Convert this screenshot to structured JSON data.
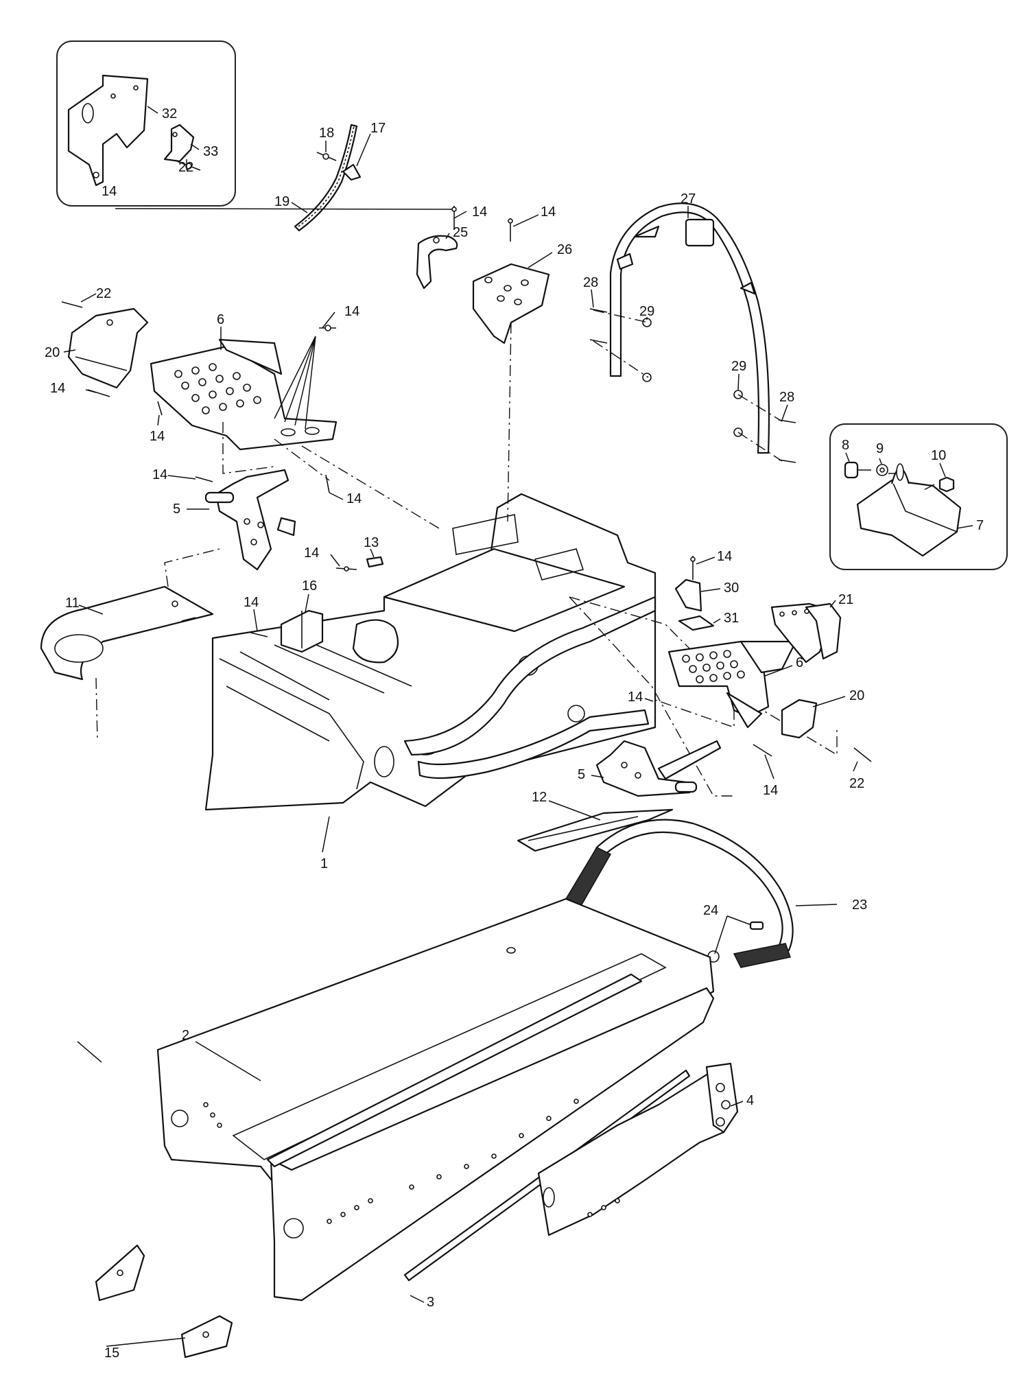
{
  "callouts": [
    "1",
    "2",
    "3",
    "4",
    "5",
    "5",
    "6",
    "6",
    "7",
    "8",
    "9",
    "10",
    "11",
    "12",
    "13",
    "14",
    "14",
    "14",
    "14",
    "14",
    "14",
    "14",
    "14",
    "14",
    "14",
    "14",
    "14",
    "14",
    "15",
    "16",
    "17",
    "18",
    "19",
    "20",
    "20",
    "21",
    "22",
    "22",
    "22",
    "22",
    "23",
    "24",
    "25",
    "26",
    "27",
    "28",
    "28",
    "29",
    "29",
    "30",
    "31",
    "32",
    "33"
  ]
}
